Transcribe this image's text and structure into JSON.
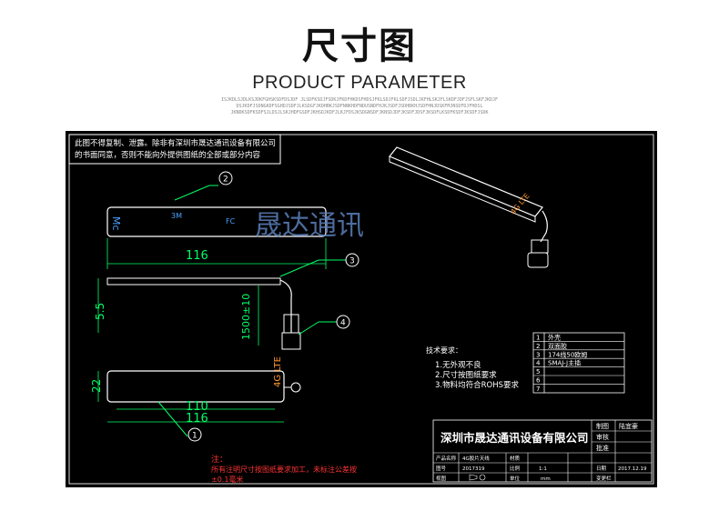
{
  "header": {
    "title": "尺寸图",
    "subtitle": "PRODUCT PARAMETER",
    "filler_lines": [
      "ISJKDLSJDLKSJDKFGHSKSDFDSJDF JLSDFKSDJFSDKJFKDFHKDSFHDSJFKLSDJFKLSDFJSDLJKFHLSKJFLSKDFJDFJSFLSKFJKDJF",
      "DSJKDFJSDNGKDFSGHDJSDFJLKSDGFJKDHBKJSDFNNKHDFNDUSNDFHJKJSDFJSDHBKHJSDFHNJDSKFMJNSDFDJFHDSL",
      "JKNDKSDFKSDFSJLDSJLSKJHDFGSDFJKHSDJKDFJLKJFDSJKSDGNSDFJKNSDJDFJKSDFJDSFJKSDFLKSDFKSDFJKSDFJSDK"
    ]
  },
  "drawing": {
    "watermark": "晟达通讯",
    "copyright_notice": [
      "此图不得复制、泄露。除非有深圳市晟达通讯设备有限公司",
      "的书面同意，否则不能向外提供图纸的全部或部分内容"
    ],
    "balloons": [
      "2",
      "3",
      "4",
      "1"
    ],
    "product_labels": {
      "top_view_marks": [
        "Mc",
        "3M",
        "FC"
      ],
      "bottom_label": "4G LTE",
      "perspective_label": "4G LTE"
    },
    "dimensions": {
      "top_length": "116",
      "thickness": "5.5",
      "cable_length": "1500±10",
      "width": "22",
      "inner_length": "110",
      "outer_length": "116"
    },
    "tech_requirements": {
      "heading": "技术要求：",
      "items": [
        "1.无外观不良",
        "2.尺寸按图纸要求",
        "3.物料均符合ROHS要求"
      ]
    },
    "parts_list": [
      {
        "no": "1",
        "name": "外壳"
      },
      {
        "no": "2",
        "name": "双面胶"
      },
      {
        "no": "3",
        "name": "174线50欧姆"
      },
      {
        "no": "4",
        "name": "SMAJ-J主插"
      },
      {
        "no": "5",
        "name": ""
      },
      {
        "no": "6",
        "name": ""
      },
      {
        "no": "7",
        "name": ""
      }
    ],
    "note": {
      "heading": "注：",
      "lines": [
        "所有注明尺寸按图纸要求加工，未标注公差按",
        "±0.1毫米"
      ]
    },
    "title_block": {
      "company": "深圳市晟达通讯设备有限公司",
      "drawn_label": "制图",
      "drawn_value": "陆宜豪",
      "check_label": "审核",
      "approve_label": "批准",
      "product_name_label": "产品名称",
      "product_name_value": "4G胶片天线",
      "material_label": "材质",
      "drawing_no_label": "图号",
      "drawing_no_value": "2017319",
      "scale_label": "比例",
      "scale_value": "1:1",
      "date_label": "日期",
      "date_value": "2017.12.19",
      "view_label": "视图",
      "unit_label": "单位",
      "unit_value": "mm",
      "change_label": "变更栏"
    }
  }
}
